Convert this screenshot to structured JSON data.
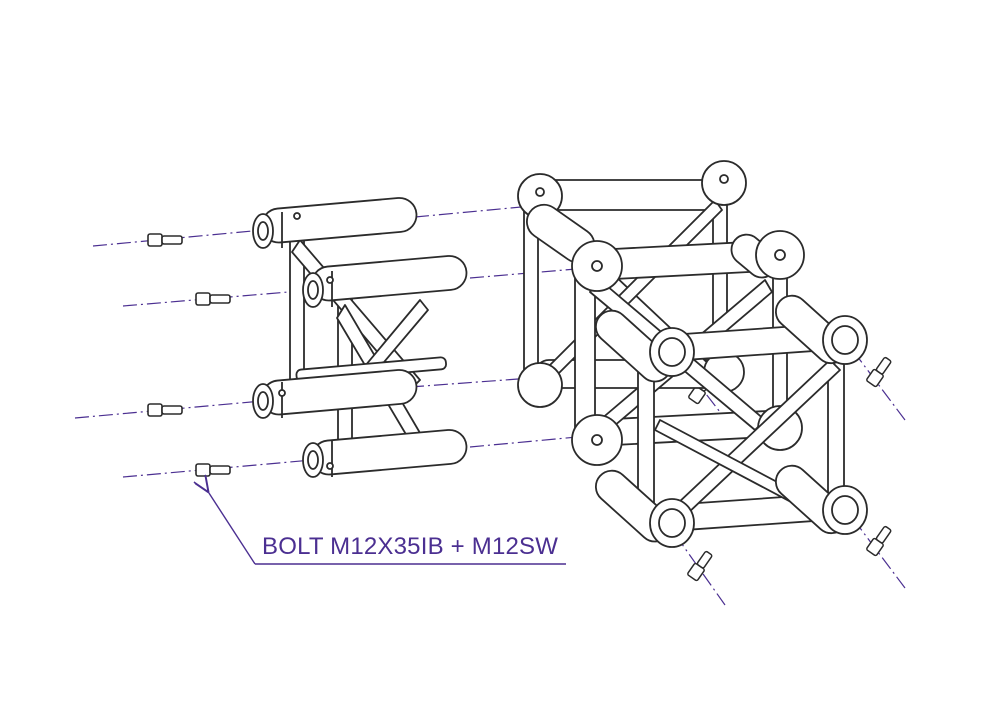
{
  "callout": {
    "label": "BOLT M12X35IB + M12SW"
  },
  "colors": {
    "line": "#2b2b2b",
    "accent": "#4b2f91",
    "background": "#ffffff"
  },
  "parts": {
    "left_module": "truss-segment-with-spigots",
    "right_module": "truss-corner-block",
    "fasteners": "bolt-icon"
  }
}
